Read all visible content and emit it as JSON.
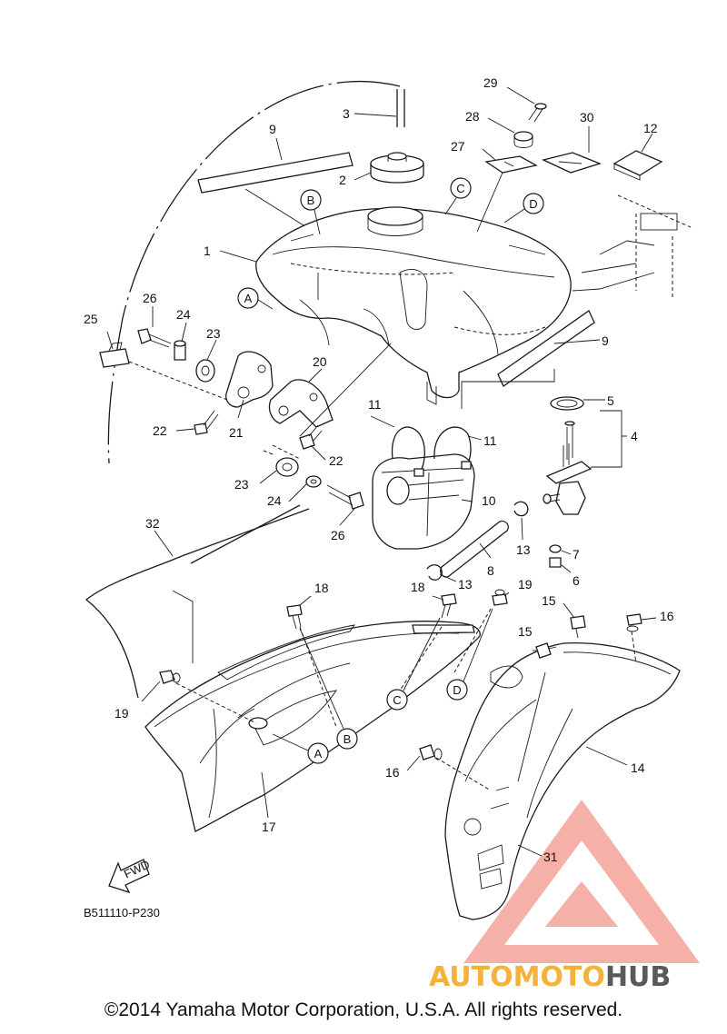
{
  "diagram": {
    "part_labels": [
      "1",
      "2",
      "3",
      "4",
      "5",
      "6",
      "7",
      "8",
      "9",
      "9",
      "10",
      "11",
      "11",
      "12",
      "13",
      "13",
      "14",
      "15",
      "15",
      "16",
      "16",
      "17",
      "18",
      "18",
      "19",
      "19",
      "20",
      "21",
      "22",
      "22",
      "23",
      "23",
      "24",
      "24",
      "25",
      "26",
      "26",
      "27",
      "28",
      "29",
      "30",
      "31",
      "32"
    ],
    "reference_letters": [
      "A",
      "A",
      "B",
      "B",
      "C",
      "C",
      "D",
      "D"
    ],
    "fwd_label": "FWD",
    "figure_code": "B511110-P230"
  },
  "watermark": {
    "brand_part1": "AUTOMOTO",
    "brand_part2": "HUB",
    "colors": {
      "primary": "#f26b5b",
      "secondary": "#f5b13a",
      "dark": "#5a5a5a"
    }
  },
  "footer": {
    "copyright": "©2014 Yamaha Motor Corporation, U.S.A. All rights reserved."
  }
}
